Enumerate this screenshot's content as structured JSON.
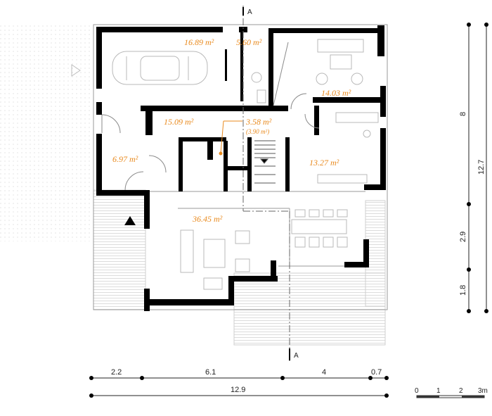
{
  "rooms": {
    "garage": "16.89 m²",
    "bath": "5.60 m²",
    "living_top": "14.03 m²",
    "hall": "15.09 m²",
    "wc": "3.58 m²",
    "wc_sub": "(3.90 m²)",
    "entry": "6.97 m²",
    "kitchen": "13.27 m²",
    "living": "36.45 m²"
  },
  "section_mark": "A",
  "dimensions": {
    "bottom_segments": [
      "2.2",
      "6.1",
      "4",
      "0.7"
    ],
    "bottom_total": "12.9",
    "right_segments": [
      "8",
      "2.9",
      "1.8"
    ],
    "right_total": "12.7"
  },
  "scale_bar": {
    "labels": [
      "0",
      "1",
      "2",
      "3m"
    ]
  },
  "colors": {
    "area_text": "#e98a1e",
    "wall": "#000000",
    "furniture": "#b9b9b9"
  }
}
